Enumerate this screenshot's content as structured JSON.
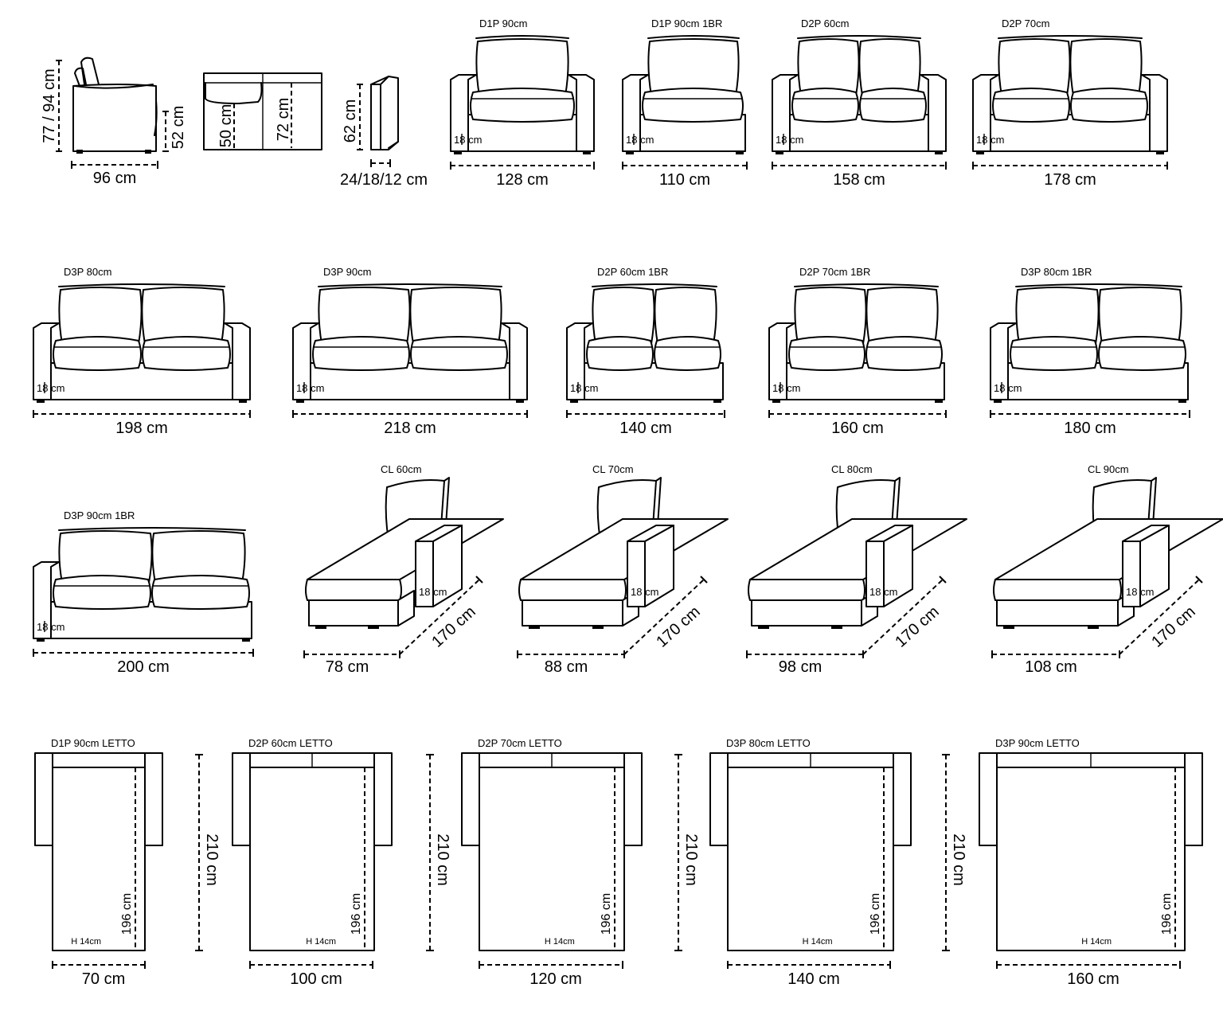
{
  "side": {
    "height": "77 / 94 cm",
    "seat_height": "52 cm",
    "depth": "96 cm"
  },
  "seat_section": {
    "seat_depth": "50 cm",
    "total_depth": "72 cm"
  },
  "arm_profile": {
    "height": "62 cm",
    "widths": "24/18/12 cm"
  },
  "sofas": [
    {
      "model": "D1P 90cm",
      "width": "128 cm",
      "arm": "18 cm"
    },
    {
      "model": "D1P 90cm 1BR",
      "width": "110 cm",
      "arm": "18 cm"
    },
    {
      "model": "D2P 60cm",
      "width": "158 cm",
      "arm": "18 cm"
    },
    {
      "model": "D2P 70cm",
      "width": "178 cm",
      "arm": "18 cm"
    },
    {
      "model": "D3P 80cm",
      "width": "198 cm",
      "arm": "18 cm"
    },
    {
      "model": "D3P 90cm",
      "width": "218 cm",
      "arm": "18 cm"
    },
    {
      "model": "D2P 60cm 1BR",
      "width": "140 cm",
      "arm": "18 cm"
    },
    {
      "model": "D2P 70cm 1BR",
      "width": "160 cm",
      "arm": "18 cm"
    },
    {
      "model": "D3P 80cm 1BR",
      "width": "180 cm",
      "arm": "18 cm"
    },
    {
      "model": "D3P 90cm 1BR",
      "width": "200 cm",
      "arm": "18 cm"
    }
  ],
  "chaises": [
    {
      "model": "CL 60cm",
      "width": "78 cm",
      "length": "170 cm",
      "arm": "18 cm"
    },
    {
      "model": "CL 70cm",
      "width": "88 cm",
      "length": "170 cm",
      "arm": "18 cm"
    },
    {
      "model": "CL 80cm",
      "width": "98 cm",
      "length": "170 cm",
      "arm": "18 cm"
    },
    {
      "model": "CL 90cm",
      "width": "108 cm",
      "length": "170 cm",
      "arm": "18 cm"
    }
  ],
  "beds": [
    {
      "model": "D1P 90cm LETTO",
      "width": "70 cm",
      "length": "210 cm",
      "mattress": "196 cm",
      "mattress_h": "H 14cm"
    },
    {
      "model": "D2P 60cm LETTO",
      "width": "100 cm",
      "length": "210 cm",
      "mattress": "196 cm",
      "mattress_h": "H 14cm"
    },
    {
      "model": "D2P 70cm LETTO",
      "width": "120 cm",
      "length": "210 cm",
      "mattress": "196 cm",
      "mattress_h": "H 14cm"
    },
    {
      "model": "D3P 80cm LETTO",
      "width": "140 cm",
      "length": "210 cm",
      "mattress": "196 cm",
      "mattress_h": "H 14cm"
    },
    {
      "model": "D3P 90cm LETTO",
      "width": "160 cm",
      "length": "210 cm",
      "mattress": "196 cm",
      "mattress_h": "H 14cm"
    }
  ]
}
